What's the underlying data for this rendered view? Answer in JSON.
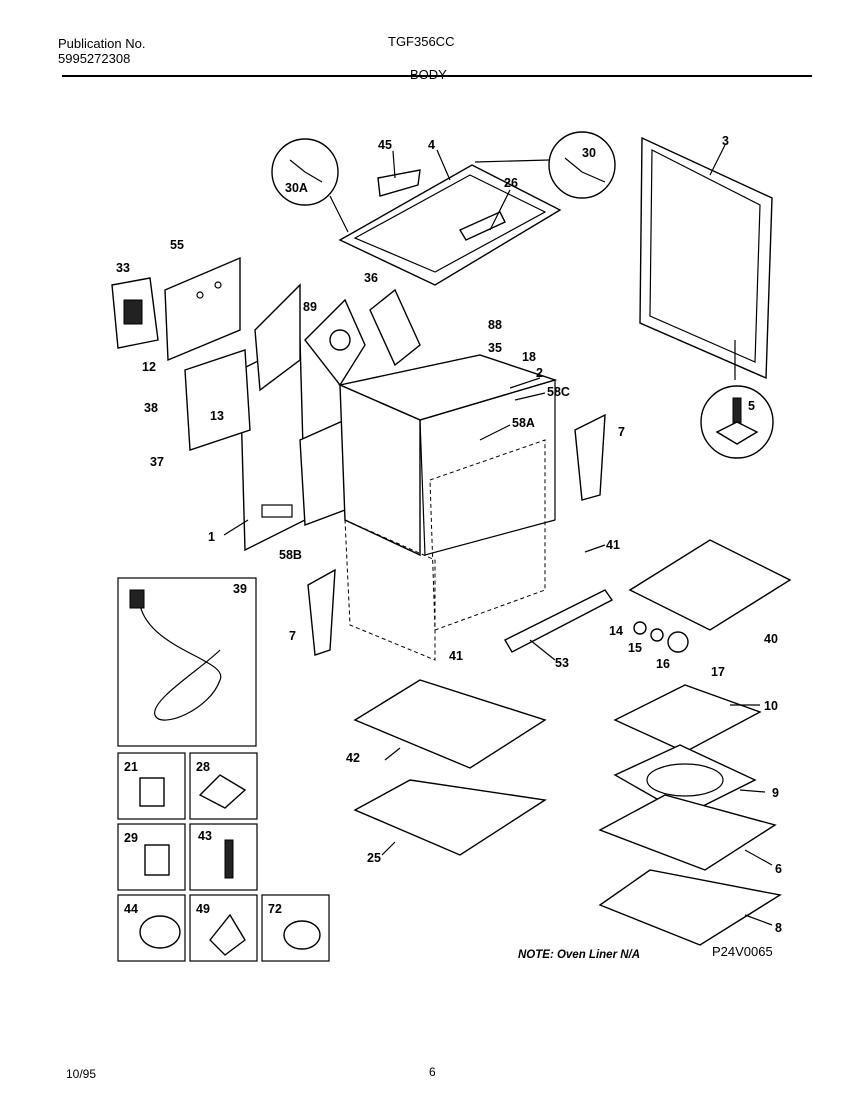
{
  "header": {
    "publication_label": "Publication No.",
    "publication_number": "5995272308",
    "model": "TGF356CC",
    "section": "BODY"
  },
  "callouts": {
    "c3": "3",
    "c4": "4",
    "c45": "45",
    "c30": "30",
    "c30a": "30A",
    "c26": "26",
    "c55": "55",
    "c33": "33",
    "c36": "36",
    "c89": "89",
    "c88": "88",
    "c35": "35",
    "c18": "18",
    "c2": "2",
    "c58c": "58C",
    "c5": "5",
    "c12": "12",
    "c38": "38",
    "c13": "13",
    "c37": "37",
    "c58a": "58A",
    "c7a": "7",
    "c1": "1",
    "c58b": "58B",
    "c41a": "41",
    "c39": "39",
    "c7b": "7",
    "c41b": "41",
    "c40": "40",
    "c14": "14",
    "c15": "15",
    "c16": "16",
    "c17": "17",
    "c53": "53",
    "c42": "42",
    "c10": "10",
    "c9": "9",
    "c6": "6",
    "c25": "25",
    "c8": "8",
    "c21": "21",
    "c28": "28",
    "c29": "29",
    "c43": "43",
    "c44": "44",
    "c49": "49",
    "c72": "72"
  },
  "note": "NOTE: Oven Liner N/A",
  "diagram_code": "P24V0065",
  "footer": {
    "date": "10/95",
    "page": "6"
  }
}
